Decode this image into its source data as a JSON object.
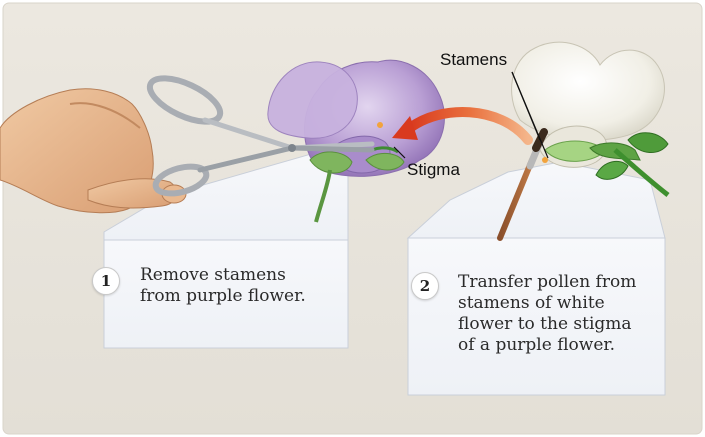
{
  "labels": {
    "stamens": "Stamens",
    "stigma": "Stigma"
  },
  "steps": [
    {
      "number": "1",
      "text_lines": [
        "Remove stamens",
        "from purple flower."
      ]
    },
    {
      "number": "2",
      "text_lines": [
        "Transfer pollen from",
        "stamens of white",
        "flower to the stigma",
        "of a purple flower."
      ]
    }
  ],
  "colors": {
    "background": "#e9e5dd",
    "panel": "#f5f7fb",
    "arrow": "#e2552a",
    "purple_flower": "#b59ad0",
    "white_flower": "#f3f1ea",
    "leaf": "#5aa845"
  }
}
